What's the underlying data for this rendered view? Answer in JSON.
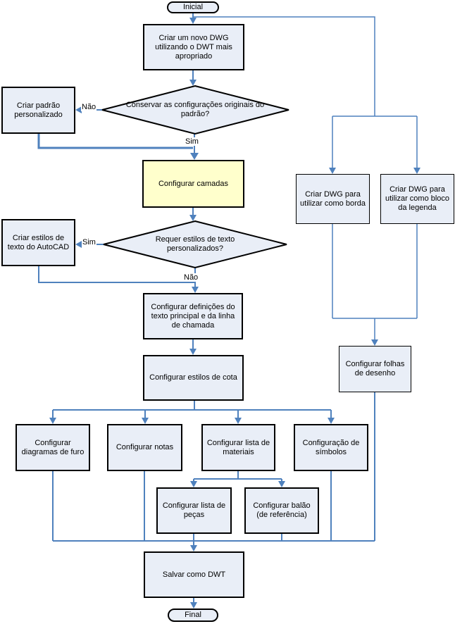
{
  "diagram": {
    "nodes": {
      "inicial": "Inicial",
      "novo_dwg": "Criar um novo DWG utilizando o DWT mais apropriado",
      "decisao_padrao": "Conservar as configurações originais do padrão?",
      "padrao_personalizado": "Criar padrão personalizado",
      "camadas": "Configurar camadas",
      "decisao_estilos": "Requer estilos de texto personalizados?",
      "estilos_autocad": "Criar estilos de texto do AutoCAD",
      "definicoes_texto": "Configurar definições do texto principal e da linha de chamada",
      "estilos_cota": "Configurar estilos de cota",
      "diagramas_furo": "Configurar diagramas de furo",
      "notas": "Configurar notas",
      "lista_materiais": "Configurar lista de materiais",
      "simbolos": "Configuração de símbolos",
      "lista_pecas": "Configurar lista de peças",
      "balao": "Configurar balão (de referência)",
      "salvar_dwt": "Salvar como DWT",
      "final": "Final",
      "dwg_borda": "Criar DWG para utilizar como borda",
      "dwg_legenda": "Criar DWG para utilizar como bloco da legenda",
      "folhas_desenho": "Configurar folhas de desenho"
    },
    "edge_labels": {
      "nao_padrao": "Não",
      "sim_padrao": "Sim",
      "sim_estilos": "Sim",
      "nao_estilos": "Não"
    },
    "colors": {
      "connector": "#4f81bd",
      "node_fill": "#e9eef7",
      "highlight_fill": "#ffffcc",
      "node_border": "#000000"
    }
  }
}
